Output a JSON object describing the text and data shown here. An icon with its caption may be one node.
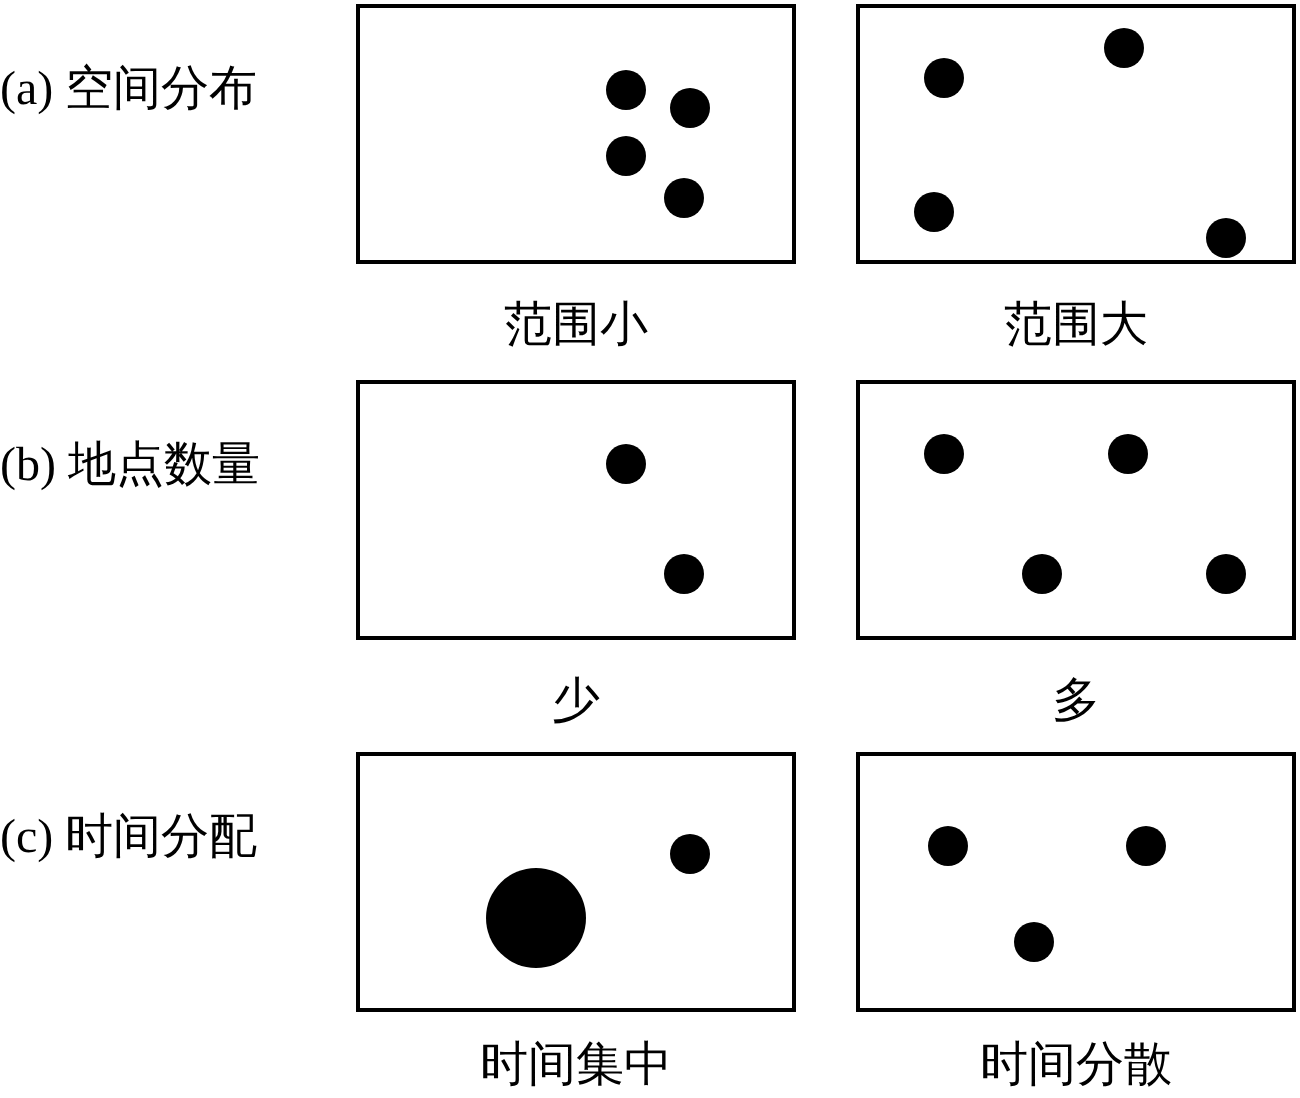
{
  "diagram": {
    "nodes": [
      {
        "text": [],
        "shape": "box",
        "beside": [
          "(a) 空间分布"
        ]
      },
      {
        "text": [],
        "shape": "box"
      },
      {
        "text": [],
        "shape": "box",
        "beside": [
          "(b) 地点数量"
        ]
      },
      {
        "text": [],
        "shape": "box"
      },
      {
        "text": [],
        "shape": "box",
        "beside": [
          "(c) 时间分配"
        ]
      },
      {
        "text": [],
        "shape": "box"
      }
    ],
    "labels": [
      "范围小",
      "范围大",
      "少",
      "多",
      "时间集中",
      "时间分散"
    ]
  }
}
